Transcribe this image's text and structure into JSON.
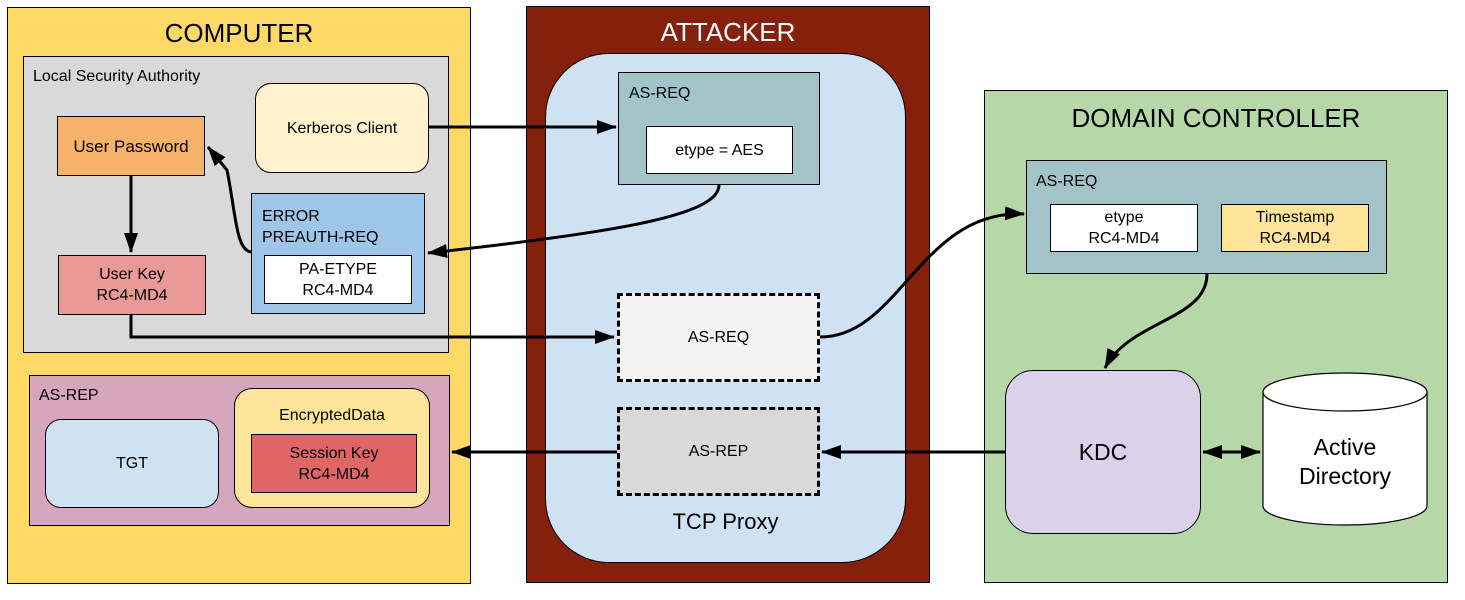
{
  "computer": {
    "title": "COMPUTER",
    "lsa": {
      "label": "Local Security Authority",
      "user_password": "User Password",
      "kerberos_client": "Kerberos Client",
      "user_key": "User Key\nRC4-MD4",
      "error": {
        "label": "ERROR\nPREAUTH-REQ",
        "pa_etype": "PA-ETYPE\nRC4-MD4"
      }
    },
    "as_rep": {
      "label": "AS-REP",
      "tgt": "TGT",
      "encrypted_data": {
        "label": "EncryptedData",
        "session_key": "Session Key\nRC4-MD4"
      }
    }
  },
  "attacker": {
    "title": "ATTACKER",
    "proxy_label": "TCP Proxy",
    "as_req": {
      "label": "AS-REQ",
      "etype": "etype = AES"
    },
    "as_req_dashed": "AS-REQ",
    "as_rep_dashed": "AS-REP"
  },
  "domain_controller": {
    "title": "DOMAIN CONTROLLER",
    "as_req": {
      "label": "AS-REQ",
      "etype": "etype\nRC4-MD4",
      "timestamp": "Timestamp\nRC4-MD4"
    },
    "kdc": "KDC",
    "active_directory": "Active\nDirectory"
  },
  "colors": {
    "computer_bg": "#ffd966",
    "lsa_bg": "#d9d9d9",
    "attacker_bg": "#85200c",
    "proxy_bg": "#cfe2f3",
    "as_req_bg": "#a2c4c9",
    "dc_bg": "#b6d7a8",
    "kdc_bg": "#d9d2e9",
    "as_rep_bg": "#d5a6bd",
    "user_password_bg": "#f6b26b",
    "user_key_bg": "#ea9999",
    "session_key_bg": "#e06666",
    "encrypted_bg": "#ffe599",
    "kerberos_bg": "#fff2cc",
    "error_bg": "#9fc5e8",
    "timestamp_bg": "#ffe599"
  }
}
